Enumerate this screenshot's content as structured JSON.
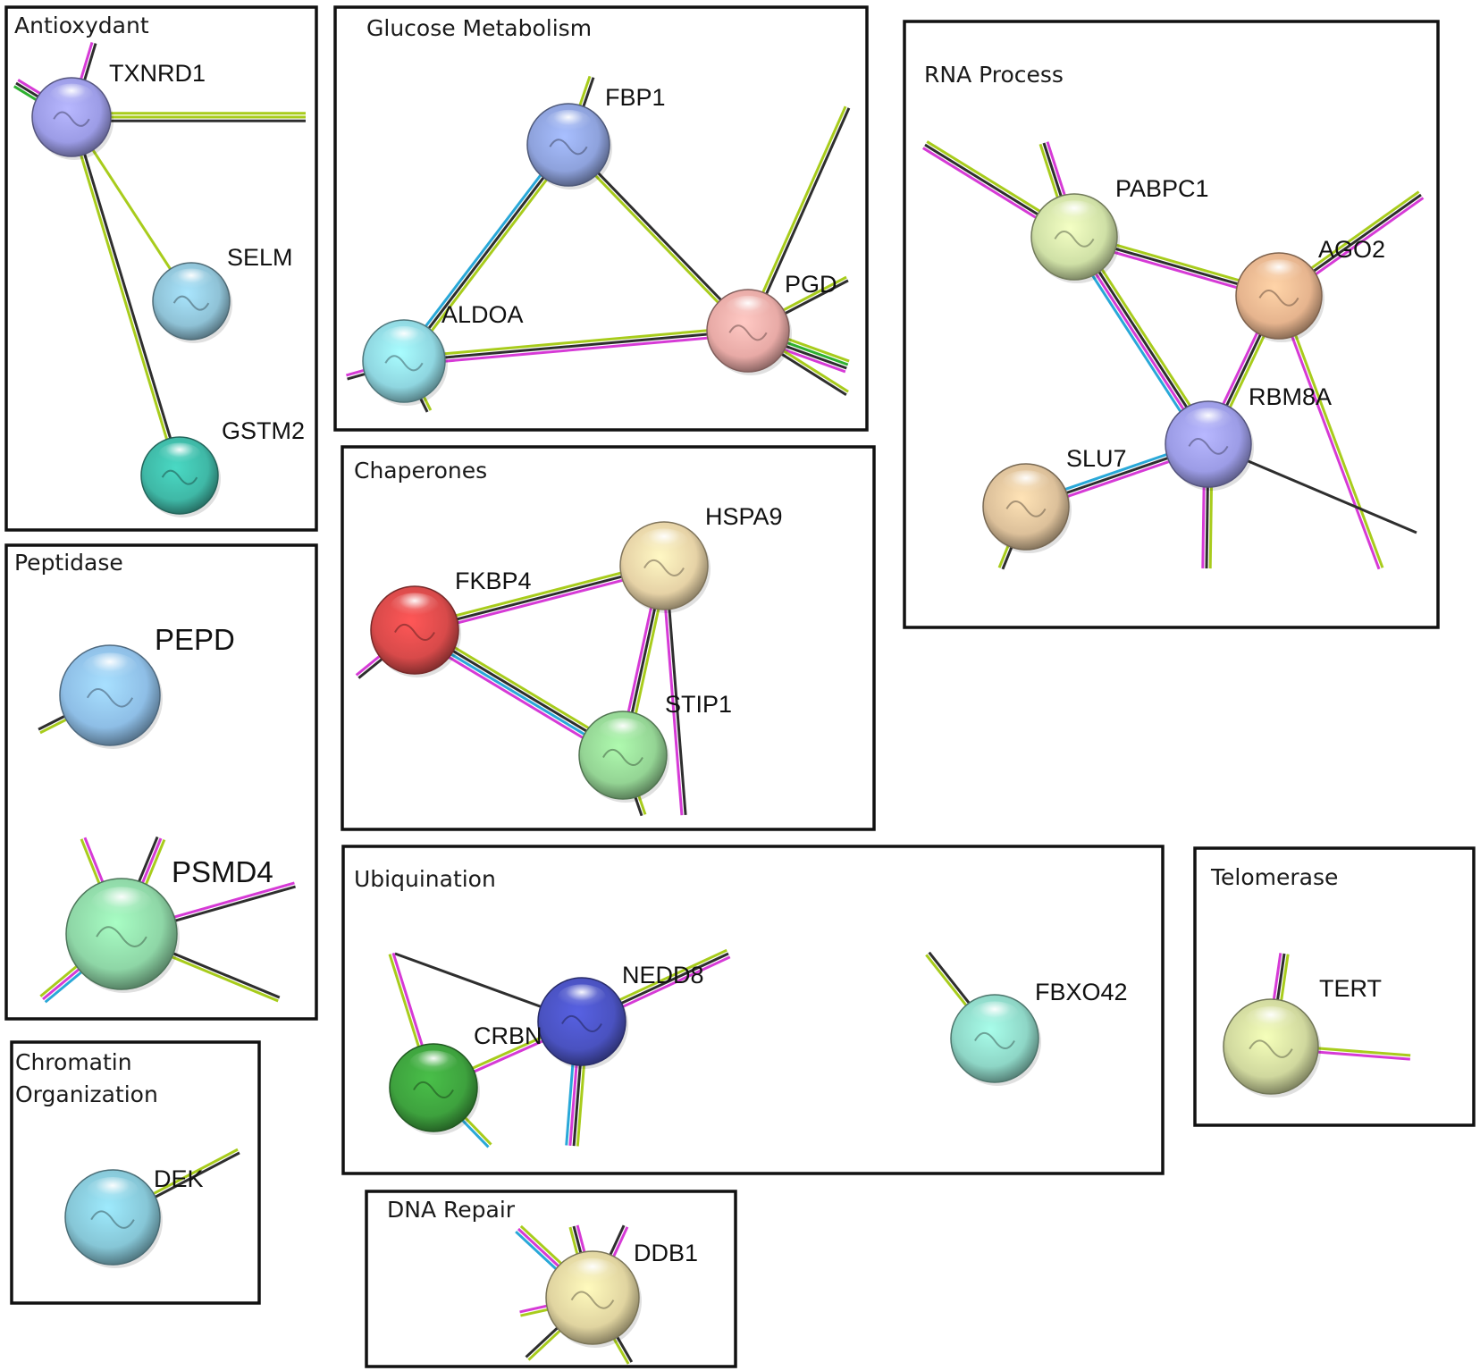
{
  "colors": {
    "lime": "#a8cc1c",
    "black": "#2e2e2e",
    "magenta": "#d63ad6",
    "cyan": "#29a8d8",
    "green": "#2eb030"
  },
  "panels": [
    {
      "id": "antioxydant",
      "title_lines": [
        "Antioxydant"
      ],
      "nodes": [
        {
          "id": "TXNRD1",
          "label": "TXNRD1",
          "color": "#9c9ce6"
        },
        {
          "id": "SELM",
          "label": "SELM",
          "color": "#8fc2d6"
        },
        {
          "id": "GSTM2",
          "label": "GSTM2",
          "color": "#3fb8a6"
        }
      ]
    },
    {
      "id": "glucose-metabolism",
      "title_lines": [
        "Glucose Metabolism"
      ],
      "nodes": [
        {
          "id": "FBP1",
          "label": "FBP1",
          "color": "#8ea2dc"
        },
        {
          "id": "ALDOA",
          "label": "ALDOA",
          "color": "#8fd6e0"
        },
        {
          "id": "PGD",
          "label": "PGD",
          "color": "#e8aaa6"
        }
      ]
    },
    {
      "id": "rna-process",
      "title_lines": [
        "RNA Process"
      ],
      "nodes": [
        {
          "id": "PABPC1",
          "label": "PABPC1",
          "color": "#cfe0a6"
        },
        {
          "id": "AGO2",
          "label": "AGO2",
          "color": "#e6b48e"
        },
        {
          "id": "RBM8A",
          "label": "RBM8A",
          "color": "#9c9ce6"
        },
        {
          "id": "SLU7",
          "label": "SLU7",
          "color": "#dcc09a"
        }
      ]
    },
    {
      "id": "peptidase",
      "title_lines": [
        "Peptidase"
      ],
      "nodes": [
        {
          "id": "PEPD",
          "label": "PEPD",
          "color": "#8ebee6"
        },
        {
          "id": "PSMD4",
          "label": "PSMD4",
          "color": "#8ed6a6"
        }
      ]
    },
    {
      "id": "chaperones",
      "title_lines": [
        "Chaperones"
      ],
      "nodes": [
        {
          "id": "HSPA9",
          "label": "HSPA9",
          "color": "#e6d2a6"
        },
        {
          "id": "FKBP4",
          "label": "FKBP4",
          "color": "#d84a4a"
        },
        {
          "id": "STIP1",
          "label": "STIP1",
          "color": "#94d494"
        }
      ]
    },
    {
      "id": "ubiquination",
      "title_lines": [
        "Ubiquination"
      ],
      "nodes": [
        {
          "id": "NEDD8",
          "label": "NEDD8",
          "color": "#4a52c0"
        },
        {
          "id": "CRBN",
          "label": "CRBN",
          "color": "#3ea23e"
        },
        {
          "id": "FBXO42",
          "label": "FBXO42",
          "color": "#8ed6c6"
        }
      ]
    },
    {
      "id": "telomerase",
      "title_lines": [
        "Telomerase"
      ],
      "nodes": [
        {
          "id": "TERT",
          "label": "TERT",
          "color": "#d0d89e"
        }
      ]
    },
    {
      "id": "chromatin-organization",
      "title_lines": [
        "Chromatin",
        "Organization"
      ],
      "nodes": [
        {
          "id": "DEK",
          "label": "DEK",
          "color": "#86c6d6"
        }
      ]
    },
    {
      "id": "dna-repair",
      "title_lines": [
        "DNA Repair"
      ],
      "nodes": [
        {
          "id": "DDB1",
          "label": "DDB1",
          "color": "#e0d4a0"
        }
      ]
    }
  ]
}
